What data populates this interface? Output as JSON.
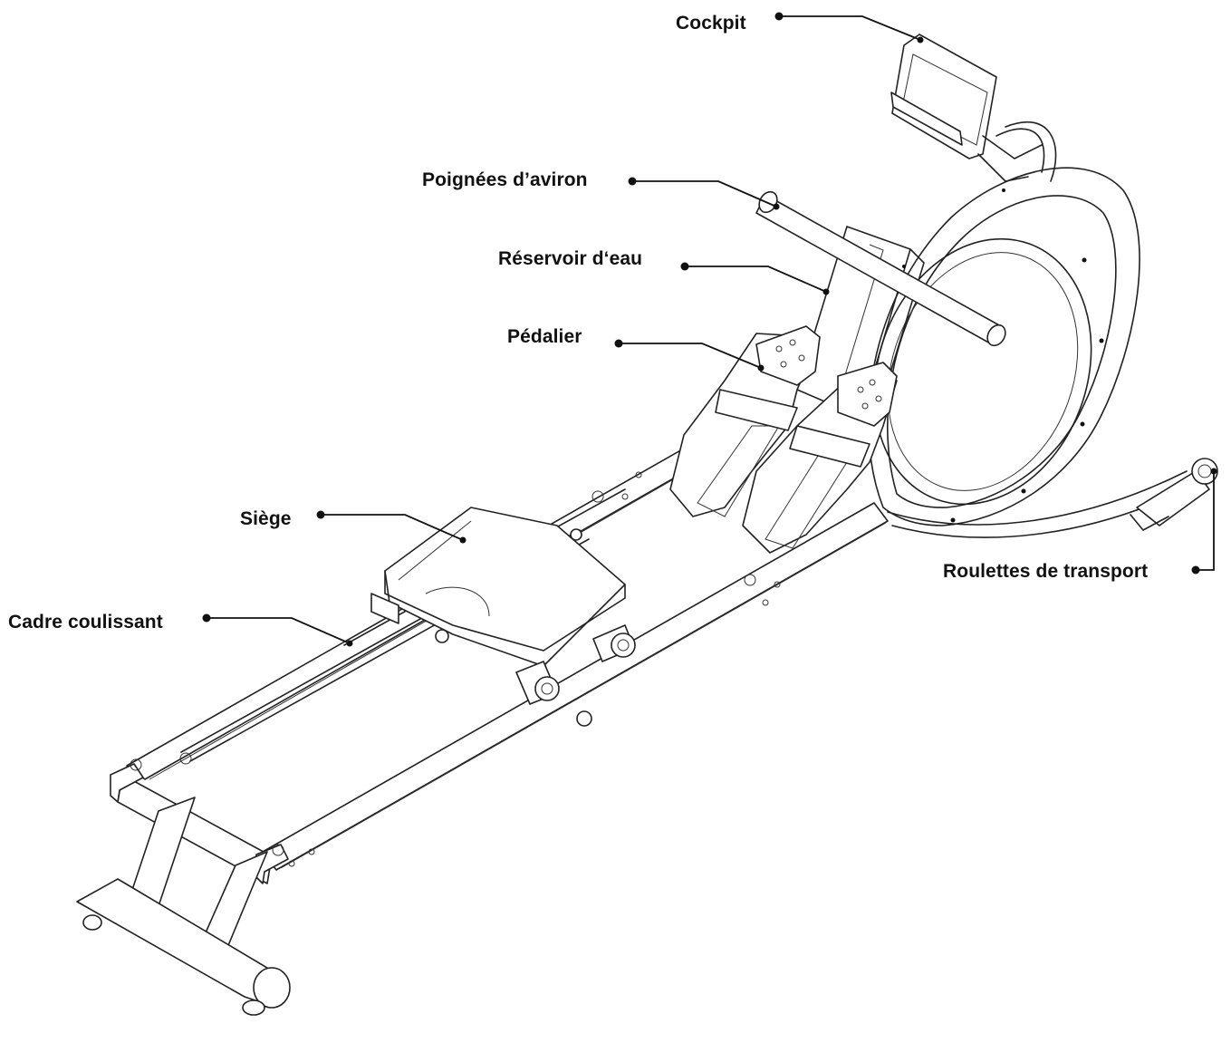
{
  "diagram": {
    "labels": {
      "cockpit": "Cockpit",
      "handle": "Poignées d’aviron",
      "tank": "Réservoir d‘eau",
      "pedal": "Pédalier",
      "seat": "Siège",
      "frame": "Cadre coulissant",
      "wheels": "Roulettes de transport"
    },
    "colors": {
      "line": "#222222",
      "text": "#111111",
      "background": "#ffffff"
    }
  }
}
